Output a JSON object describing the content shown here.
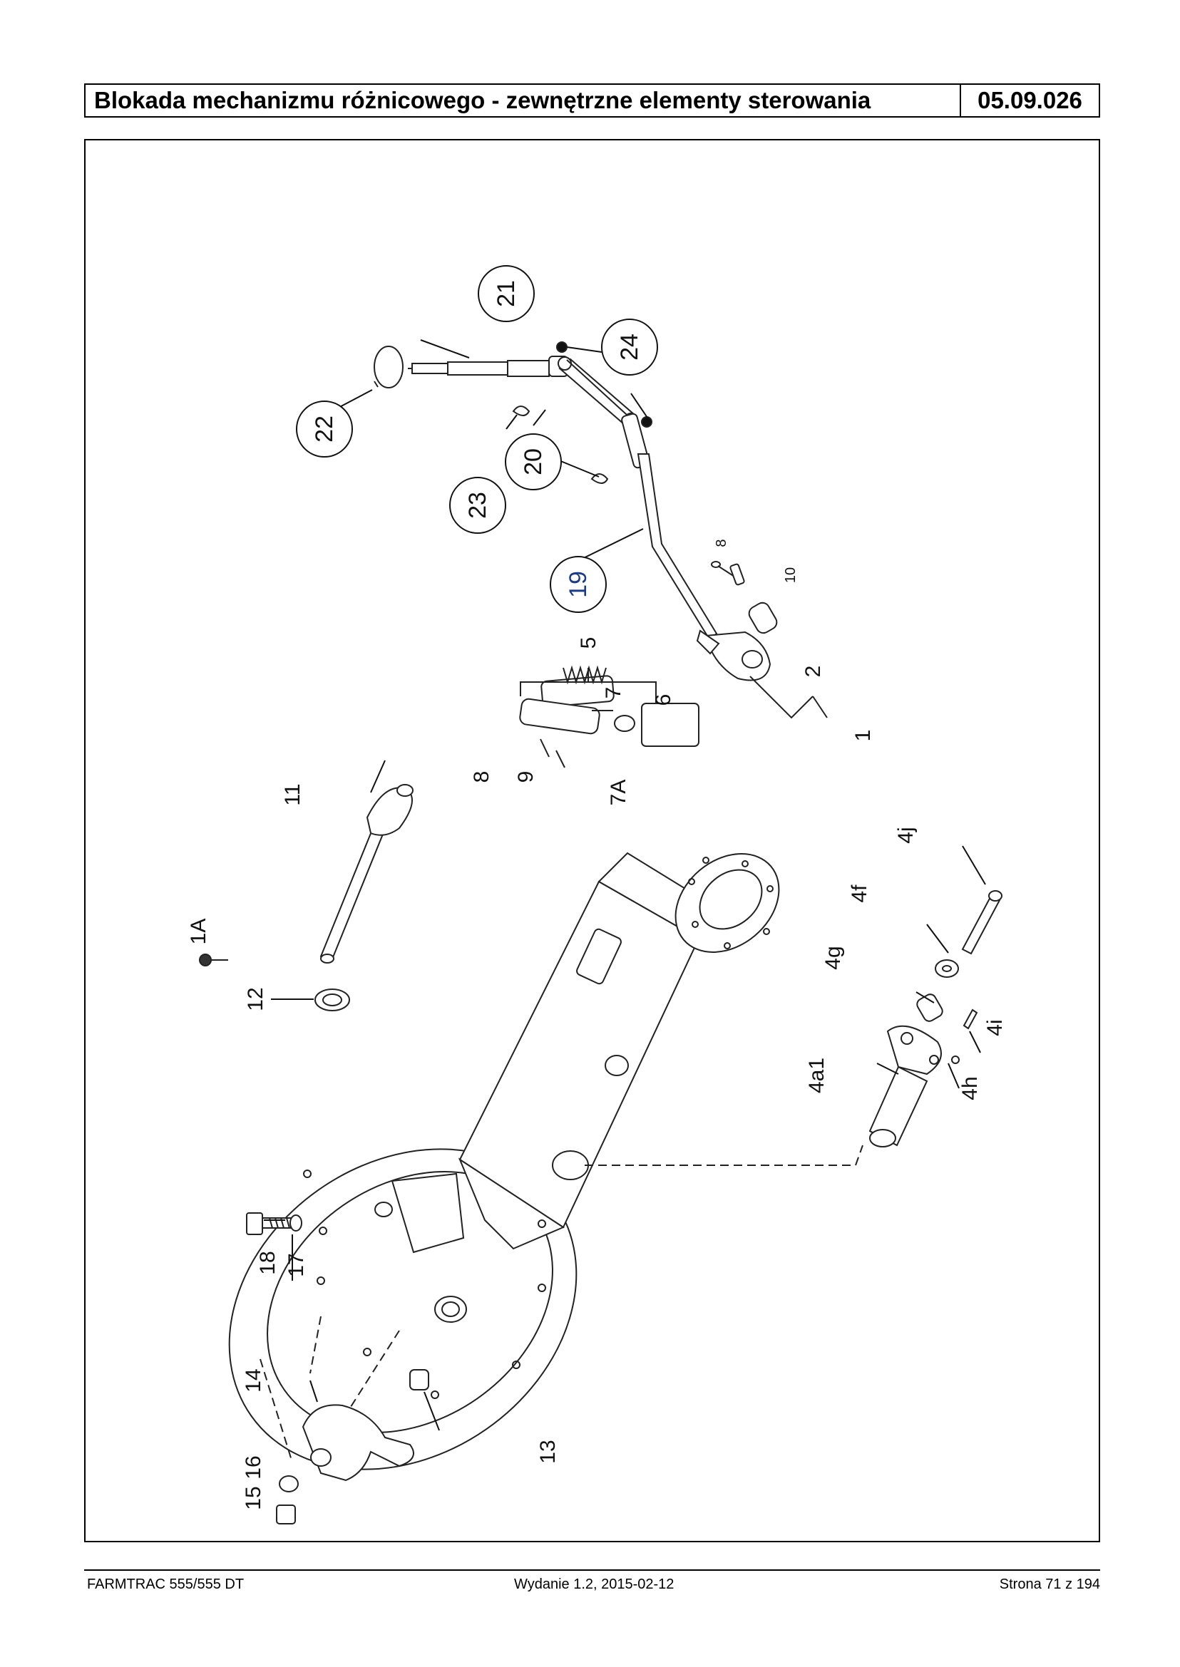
{
  "header": {
    "title": "Blokada mechanizmu różnicowego - zewnętrzne elementy sterowania",
    "code": "05.09.026"
  },
  "callouts": [
    {
      "id": "c21",
      "label": "21"
    },
    {
      "id": "c22",
      "label": "22"
    },
    {
      "id": "c24",
      "label": "24"
    },
    {
      "id": "c20",
      "label": "20"
    },
    {
      "id": "c23",
      "label": "23"
    },
    {
      "id": "c19",
      "label": "19"
    }
  ],
  "part_labels": {
    "p8a": "8",
    "p10": "10",
    "p5": "5",
    "p2": "2",
    "p7": "7",
    "p6": "6",
    "p1": "1",
    "p8b": "8",
    "p9": "9",
    "p7A": "7A",
    "p11": "11",
    "p1A": "1A",
    "p4j": "4j",
    "p4f": "4f",
    "p4g": "4g",
    "p4i": "4i",
    "p12": "12",
    "p4a1": "4a1",
    "p4h": "4h",
    "p18": "18",
    "p17": "17",
    "p14": "14",
    "p16": "16",
    "p15": "15",
    "p13": "13"
  },
  "footer": {
    "left": "FARMTRAC 555/555 DT",
    "center": "Wydanie 1.2,  2015-02-12",
    "right": "Strona 71 z 194"
  }
}
